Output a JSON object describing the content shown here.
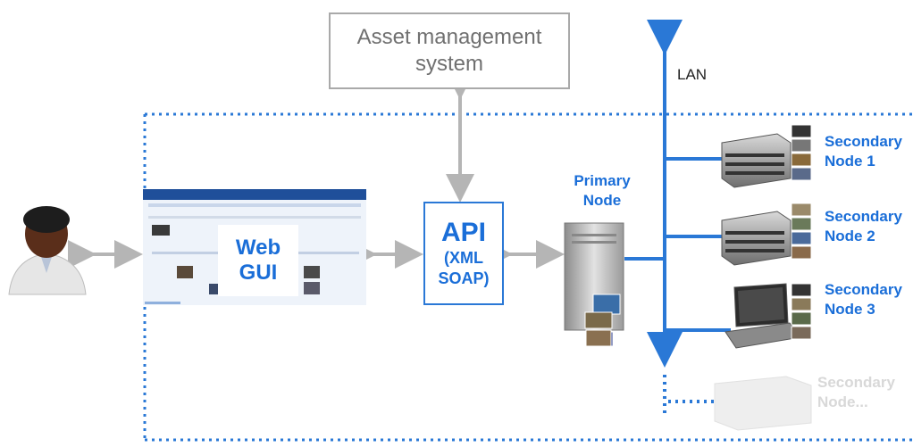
{
  "asset_management": {
    "line1": "Asset management",
    "line2": "system"
  },
  "lan_label": "LAN",
  "web_gui": {
    "line1": "Web",
    "line2": "GUI"
  },
  "api": {
    "title": "API",
    "line1": "(XML",
    "line2": "SOAP)"
  },
  "primary_node": {
    "line1": "Primary",
    "line2": "Node"
  },
  "secondary_nodes": [
    {
      "line1": "Secondary",
      "line2": "Node 1"
    },
    {
      "line1": "Secondary",
      "line2": "Node 2"
    },
    {
      "line1": "Secondary",
      "line2": "Node 3"
    },
    {
      "line1": "Secondary",
      "line2": "Node..."
    }
  ],
  "colors": {
    "accent_blue": "#1a6ed8",
    "lan_blue": "#2a78d6",
    "arrow_gray": "#b5b5b5",
    "box_gray": "#a9a9a9"
  }
}
